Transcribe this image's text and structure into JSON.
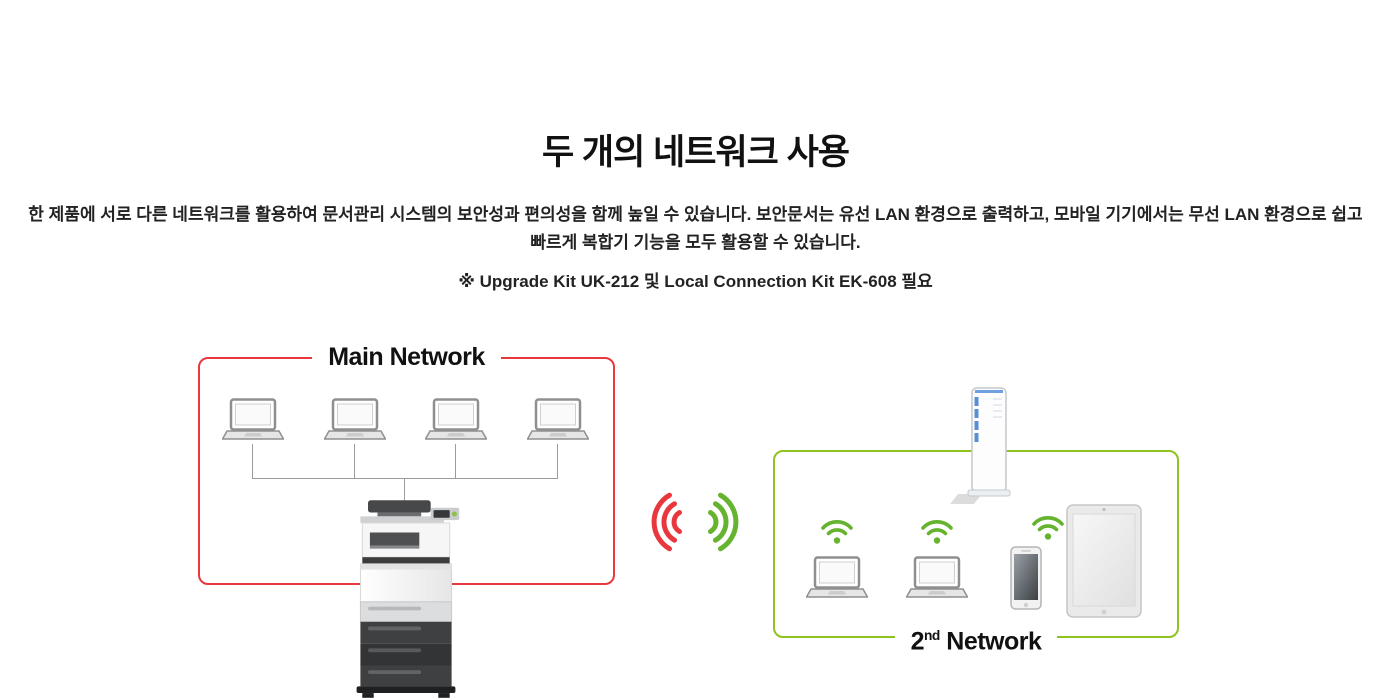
{
  "colors": {
    "main_network": "#e8383d",
    "second_network": "#8fc31f",
    "wifi": "#65b32e",
    "text": "#1a1a1a"
  },
  "header": {
    "title": "두 개의 네트워크 사용",
    "description_lines": [
      "한 제품에 서로 다른 네트워크를 활용하여 문서관리 시스템의 보안성과 편의성을 함께 높일 수 있습니다. 보안문서는 유선 LAN 환경으로 출력하고, 모바일 기기에서는 무선 LAN 환경으로 쉽고",
      "빠르게 복합기 기능을 모두 활용할 수 있습니다."
    ],
    "note": "※ Upgrade Kit UK-212 및 Local Connection Kit EK-608 필요"
  },
  "diagram": {
    "main_network": {
      "label": "Main Network",
      "laptop_count": 4,
      "devices": [
        "laptop",
        "laptop",
        "laptop",
        "laptop",
        "mfp-printer"
      ]
    },
    "second_network": {
      "label_number": "2",
      "label_ordinal": "nd",
      "label_text": " Network",
      "devices": [
        "router",
        "laptop",
        "laptop",
        "smartphone",
        "tablet"
      ],
      "wifi_signal_count": 3
    },
    "wireless_link": {
      "left_signal": "red",
      "right_signal": "green"
    }
  },
  "icons": {
    "laptop": "laptop-icon",
    "printer": "mfp-printer-icon",
    "router": "router-icon",
    "smartphone": "smartphone-icon",
    "tablet": "tablet-icon",
    "wifi": "wifi-icon",
    "signal_left": "wireless-signal-red-icon",
    "signal_right": "wireless-signal-green-icon"
  }
}
